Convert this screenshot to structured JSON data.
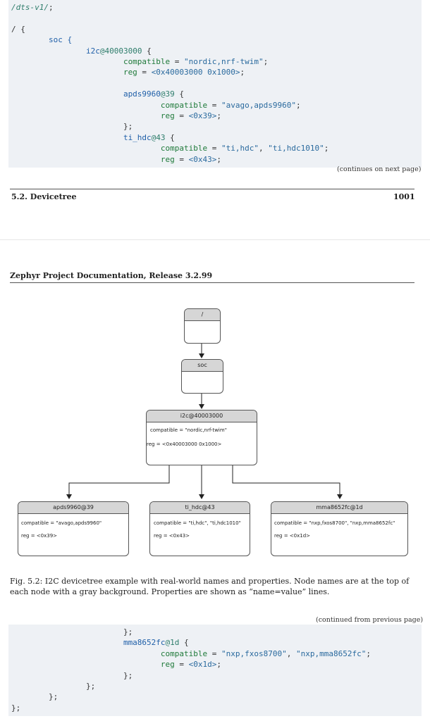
{
  "top_code": {
    "lines": [
      [
        {
          "t": "/dts-v1/",
          "c": "c-comment"
        },
        {
          "t": ";",
          "c": ""
        }
      ],
      [],
      [
        {
          "t": "/ {",
          "c": ""
        }
      ],
      [
        {
          "t": "        soc {",
          "c": "c-tag"
        }
      ],
      [
        {
          "t": "                i2c",
          "c": "c-tag"
        },
        {
          "t": "@40003000",
          "c": "c-addr"
        },
        {
          "t": " {",
          "c": ""
        }
      ],
      [
        {
          "t": "                        compatible",
          "c": "c-prop"
        },
        {
          "t": " = ",
          "c": ""
        },
        {
          "t": "\"nordic,nrf-twim\"",
          "c": "c-str"
        },
        {
          "t": ";",
          "c": ""
        }
      ],
      [
        {
          "t": "                        reg",
          "c": "c-prop"
        },
        {
          "t": " = ",
          "c": ""
        },
        {
          "t": "<0x40003000 0x1000>",
          "c": "c-num"
        },
        {
          "t": ";",
          "c": ""
        }
      ],
      [],
      [
        {
          "t": "                        apds9960",
          "c": "c-tag"
        },
        {
          "t": "@39",
          "c": "c-addr"
        },
        {
          "t": " {",
          "c": ""
        }
      ],
      [
        {
          "t": "                                compatible",
          "c": "c-prop"
        },
        {
          "t": " = ",
          "c": ""
        },
        {
          "t": "\"avago,apds9960\"",
          "c": "c-str"
        },
        {
          "t": ";",
          "c": ""
        }
      ],
      [
        {
          "t": "                                reg",
          "c": "c-prop"
        },
        {
          "t": " = ",
          "c": ""
        },
        {
          "t": "<0x39>",
          "c": "c-num"
        },
        {
          "t": ";",
          "c": ""
        }
      ],
      [
        {
          "t": "                        };",
          "c": ""
        }
      ],
      [
        {
          "t": "                        ti_hdc",
          "c": "c-tag"
        },
        {
          "t": "@43",
          "c": "c-addr"
        },
        {
          "t": " {",
          "c": ""
        }
      ],
      [
        {
          "t": "                                compatible",
          "c": "c-prop"
        },
        {
          "t": " = ",
          "c": ""
        },
        {
          "t": "\"ti,hdc\"",
          "c": "c-str"
        },
        {
          "t": ", ",
          "c": ""
        },
        {
          "t": "\"ti,hdc1010\"",
          "c": "c-str"
        },
        {
          "t": ";",
          "c": ""
        }
      ],
      [
        {
          "t": "                                reg",
          "c": "c-prop"
        },
        {
          "t": " = ",
          "c": ""
        },
        {
          "t": "<0x43>",
          "c": "c-num"
        },
        {
          "t": ";",
          "c": ""
        }
      ]
    ]
  },
  "continues_note": "(continues on next page)",
  "footer": {
    "section": "5.2. Devicetree",
    "page": "1001"
  },
  "header": {
    "title": "Zephyr Project Documentation, Release 3.2.99"
  },
  "diagram": {
    "root": {
      "name": "/"
    },
    "soc": {
      "name": "soc"
    },
    "i2c": {
      "name": "i2c@40003000",
      "prop1": "compatible = \"nordic,nrf-twim\"",
      "prop2": "reg = <0x40003000 0x1000>"
    },
    "apds": {
      "name": "apds9960@39",
      "prop1": "compatible = \"avago,apds9960\"",
      "prop2": "reg = <0x39>"
    },
    "tihdc": {
      "name": "ti_hdc@43",
      "prop1": "compatible = \"ti,hdc\", \"ti,hdc1010\"",
      "prop2": "reg = <0x43>"
    },
    "mma": {
      "name": "mma8652fc@1d",
      "prop1": "compatible = \"nxp,fxos8700\", \"nxp,mma8652fc\"",
      "prop2": "reg = <0x1d>"
    }
  },
  "caption": "Fig. 5.2: I2C devicetree example with real-world names and properties. Node names are at the top of each node with a gray background. Properties are shown as “name=value” lines.",
  "continued_note": "(continued from previous page)",
  "bottom_code": {
    "lines": [
      [
        {
          "t": "                        };",
          "c": ""
        }
      ],
      [
        {
          "t": "                        mma8652fc",
          "c": "c-tag"
        },
        {
          "t": "@1d",
          "c": "c-addr"
        },
        {
          "t": " {",
          "c": ""
        }
      ],
      [
        {
          "t": "                                compatible",
          "c": "c-prop"
        },
        {
          "t": " = ",
          "c": ""
        },
        {
          "t": "\"nxp,fxos8700\"",
          "c": "c-str"
        },
        {
          "t": ", ",
          "c": ""
        },
        {
          "t": "\"nxp,mma8652fc\"",
          "c": "c-str"
        },
        {
          "t": ";",
          "c": ""
        }
      ],
      [
        {
          "t": "                                reg",
          "c": "c-prop"
        },
        {
          "t": " = ",
          "c": ""
        },
        {
          "t": "<0x1d>",
          "c": "c-num"
        },
        {
          "t": ";",
          "c": ""
        }
      ],
      [
        {
          "t": "                        };",
          "c": ""
        }
      ],
      [
        {
          "t": "                };",
          "c": ""
        }
      ],
      [
        {
          "t": "        };",
          "c": ""
        }
      ],
      [
        {
          "t": "};",
          "c": ""
        }
      ]
    ]
  }
}
